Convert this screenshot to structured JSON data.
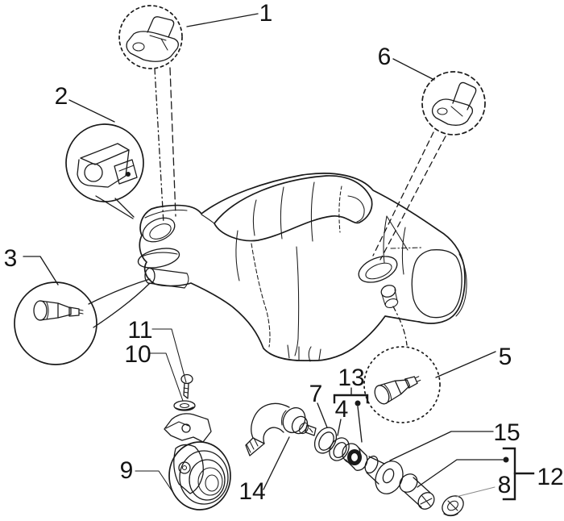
{
  "diagram": {
    "type": "exploded-parts-diagram",
    "subject": "scooter-handlebar-cover-with-switches-bulbs-and-horn",
    "background_color": "#ffffff",
    "line_color": "#1a1a1a",
    "callouts": [
      {
        "label": "1"
      },
      {
        "label": "2"
      },
      {
        "label": "3"
      },
      {
        "label": "4"
      },
      {
        "label": "5"
      },
      {
        "label": "6"
      },
      {
        "label": "7"
      },
      {
        "label": "8"
      },
      {
        "label": "9"
      },
      {
        "label": "10"
      },
      {
        "label": "11"
      },
      {
        "label": "12"
      },
      {
        "label": "13"
      },
      {
        "label": "14"
      },
      {
        "label": "15"
      }
    ]
  }
}
